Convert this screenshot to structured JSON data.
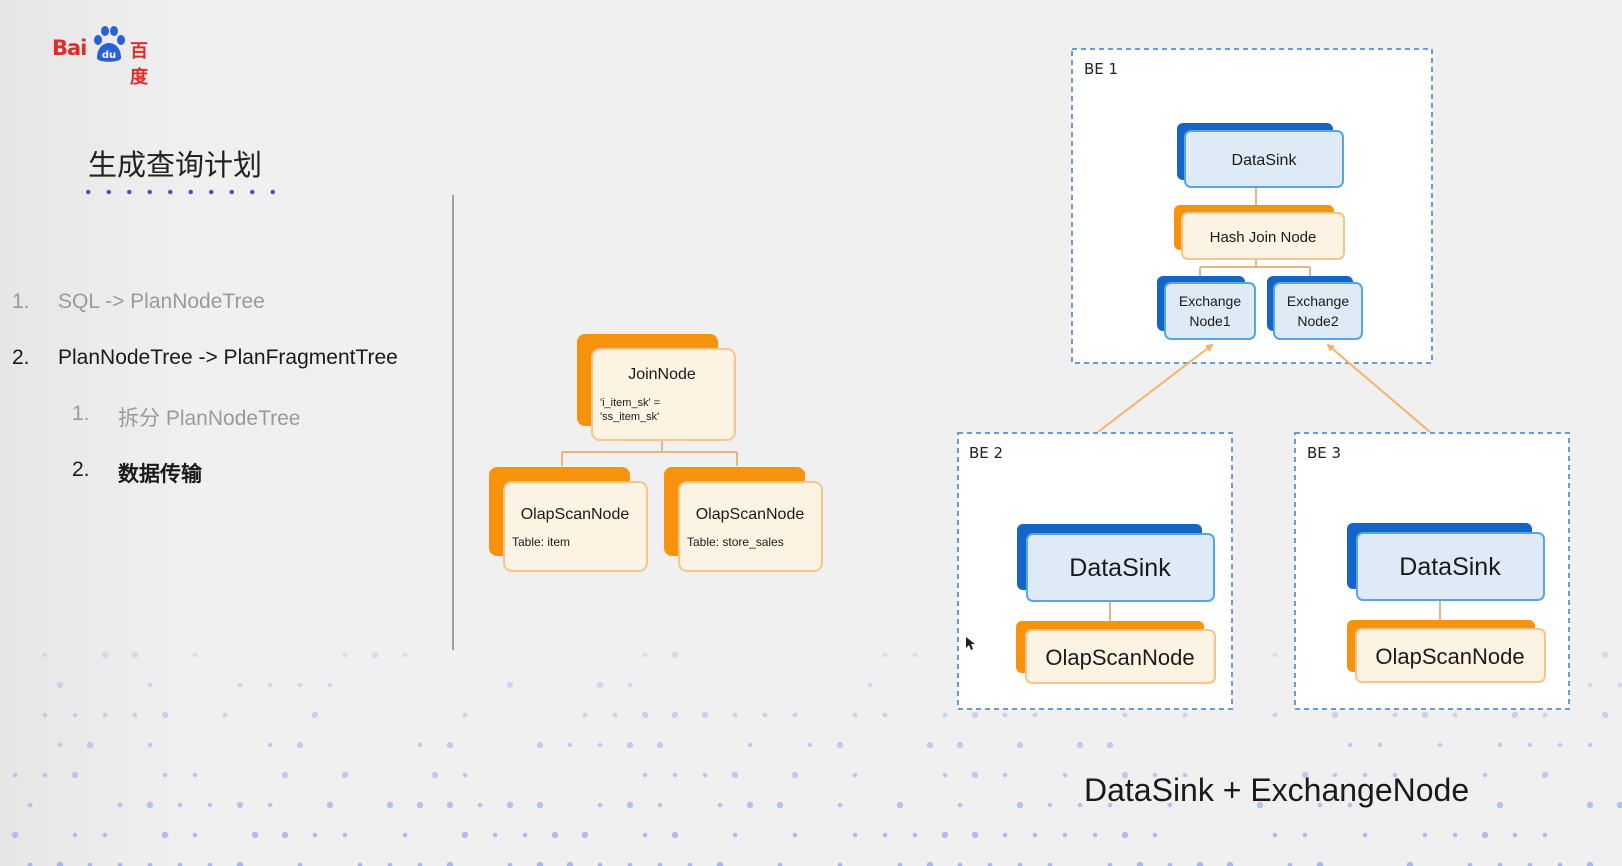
{
  "logo": {
    "text_latin": "Bai",
    "text_cn": "百度",
    "paw_text": "du"
  },
  "slide": {
    "title": "生成查询计划"
  },
  "outline": [
    {
      "number": "1.",
      "text": "SQL -> PlanNodeTree",
      "state": "muted"
    },
    {
      "number": "2.",
      "text": "PlanNodeTree -> PlanFragmentTree",
      "state": "dark"
    },
    {
      "number": "1.",
      "text": "拆分 PlanNodeTree",
      "state": "muted"
    },
    {
      "number": "2.",
      "text": "数据传输",
      "state": "dark"
    }
  ],
  "plan_tree": {
    "join": {
      "title": "JoinNode",
      "detail_line1": "'i_item_sk' =",
      "detail_line2": "'ss_item_sk'"
    },
    "scan_left": {
      "title": "OlapScanNode",
      "detail": "Table: item"
    },
    "scan_right": {
      "title": "OlapScanNode",
      "detail": "Table: store_sales"
    }
  },
  "be1": {
    "label": "BE 1",
    "datasink": "DataSink",
    "hashjoin": "Hash Join Node",
    "exchange1_line1": "Exchange",
    "exchange1_line2": "Node1",
    "exchange2_line1": "Exchange",
    "exchange2_line2": "Node2"
  },
  "be2": {
    "label": "BE 2",
    "datasink": "DataSink",
    "scan": "OlapScanNode"
  },
  "be3": {
    "label": "BE 3",
    "datasink": "DataSink",
    "scan": "OlapScanNode"
  },
  "caption": "DataSink + ExchangeNode",
  "colors": {
    "orange": "#f7920d",
    "orange_fill": "#fdf3e3",
    "orange_border": "#f5b46a",
    "blue": "#1565c8",
    "blue_fill": "#deebf7",
    "blue_border": "#5aa5e0",
    "dashed": "#6b9bd6",
    "arrow": "#f5b46a",
    "dot": "#a8b4e6"
  }
}
